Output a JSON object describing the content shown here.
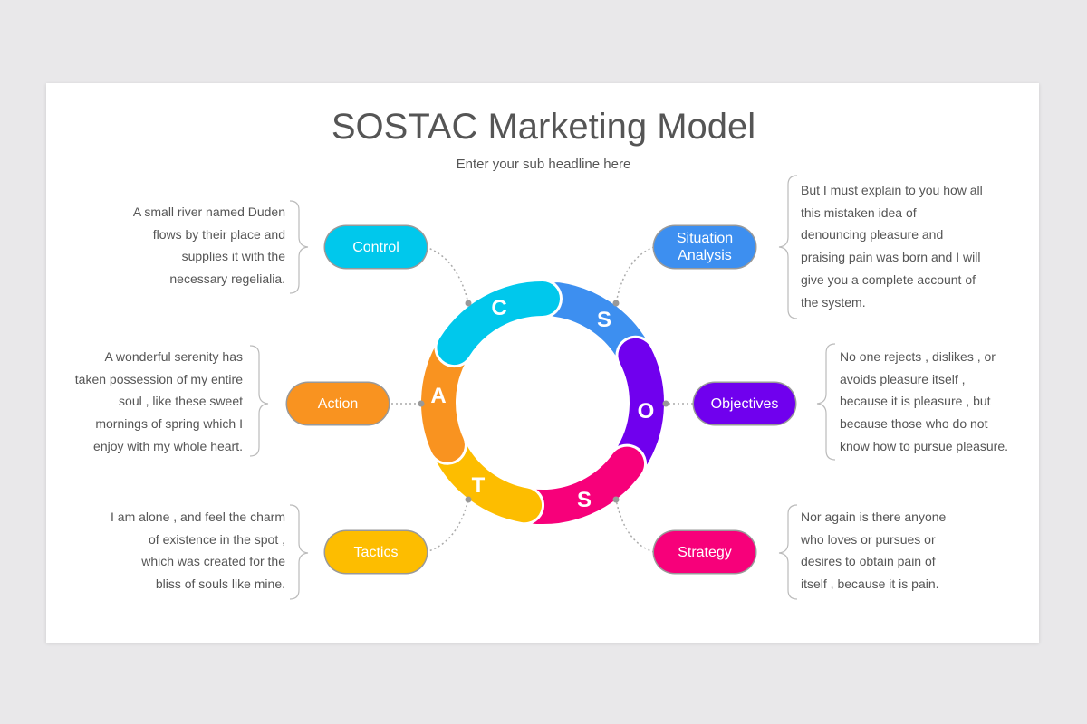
{
  "title": "SOSTAC Marketing Model",
  "subtitle": "Enter your sub headline here",
  "colors": {
    "control": "#00c8ec",
    "situation": "#3d8ff0",
    "objectives": "#7000ee",
    "strategy": "#f7007a",
    "tactics": "#fdbd00",
    "action": "#f99320"
  },
  "ring_letters": {
    "c": "C",
    "s1": "S",
    "o": "O",
    "s2": "S",
    "t": "T",
    "a": "A"
  },
  "pills": {
    "control": "Control",
    "situation_1": "Situation",
    "situation_2": "Analysis",
    "action": "Action",
    "objectives": "Objectives",
    "tactics": "Tactics",
    "strategy": "Strategy"
  },
  "texts": {
    "control": [
      "A small river named Duden",
      "flows by their place and",
      "supplies it with the",
      "necessary regelialia."
    ],
    "situation": [
      "But I must explain to you how all",
      "this mistaken idea of",
      "denouncing pleasure and",
      "praising pain was born and I will",
      "give you a complete account of",
      "the system."
    ],
    "action": [
      "A wonderful serenity has",
      "taken possession of my entire",
      "soul , like these sweet",
      "mornings of spring which I",
      "enjoy with my whole heart."
    ],
    "objectives": [
      "No one rejects , dislikes , or",
      "avoids pleasure itself ,",
      "because it is pleasure , but",
      "because those who do not",
      "know how to pursue pleasure."
    ],
    "tactics": [
      "I am alone , and feel the charm",
      "of existence in the spot ,",
      "which was created for the",
      "bliss of souls like mine."
    ],
    "strategy": [
      "Nor again is there anyone",
      "who loves or pursues or",
      "desires to obtain pain of",
      "itself , because it is pain."
    ]
  }
}
